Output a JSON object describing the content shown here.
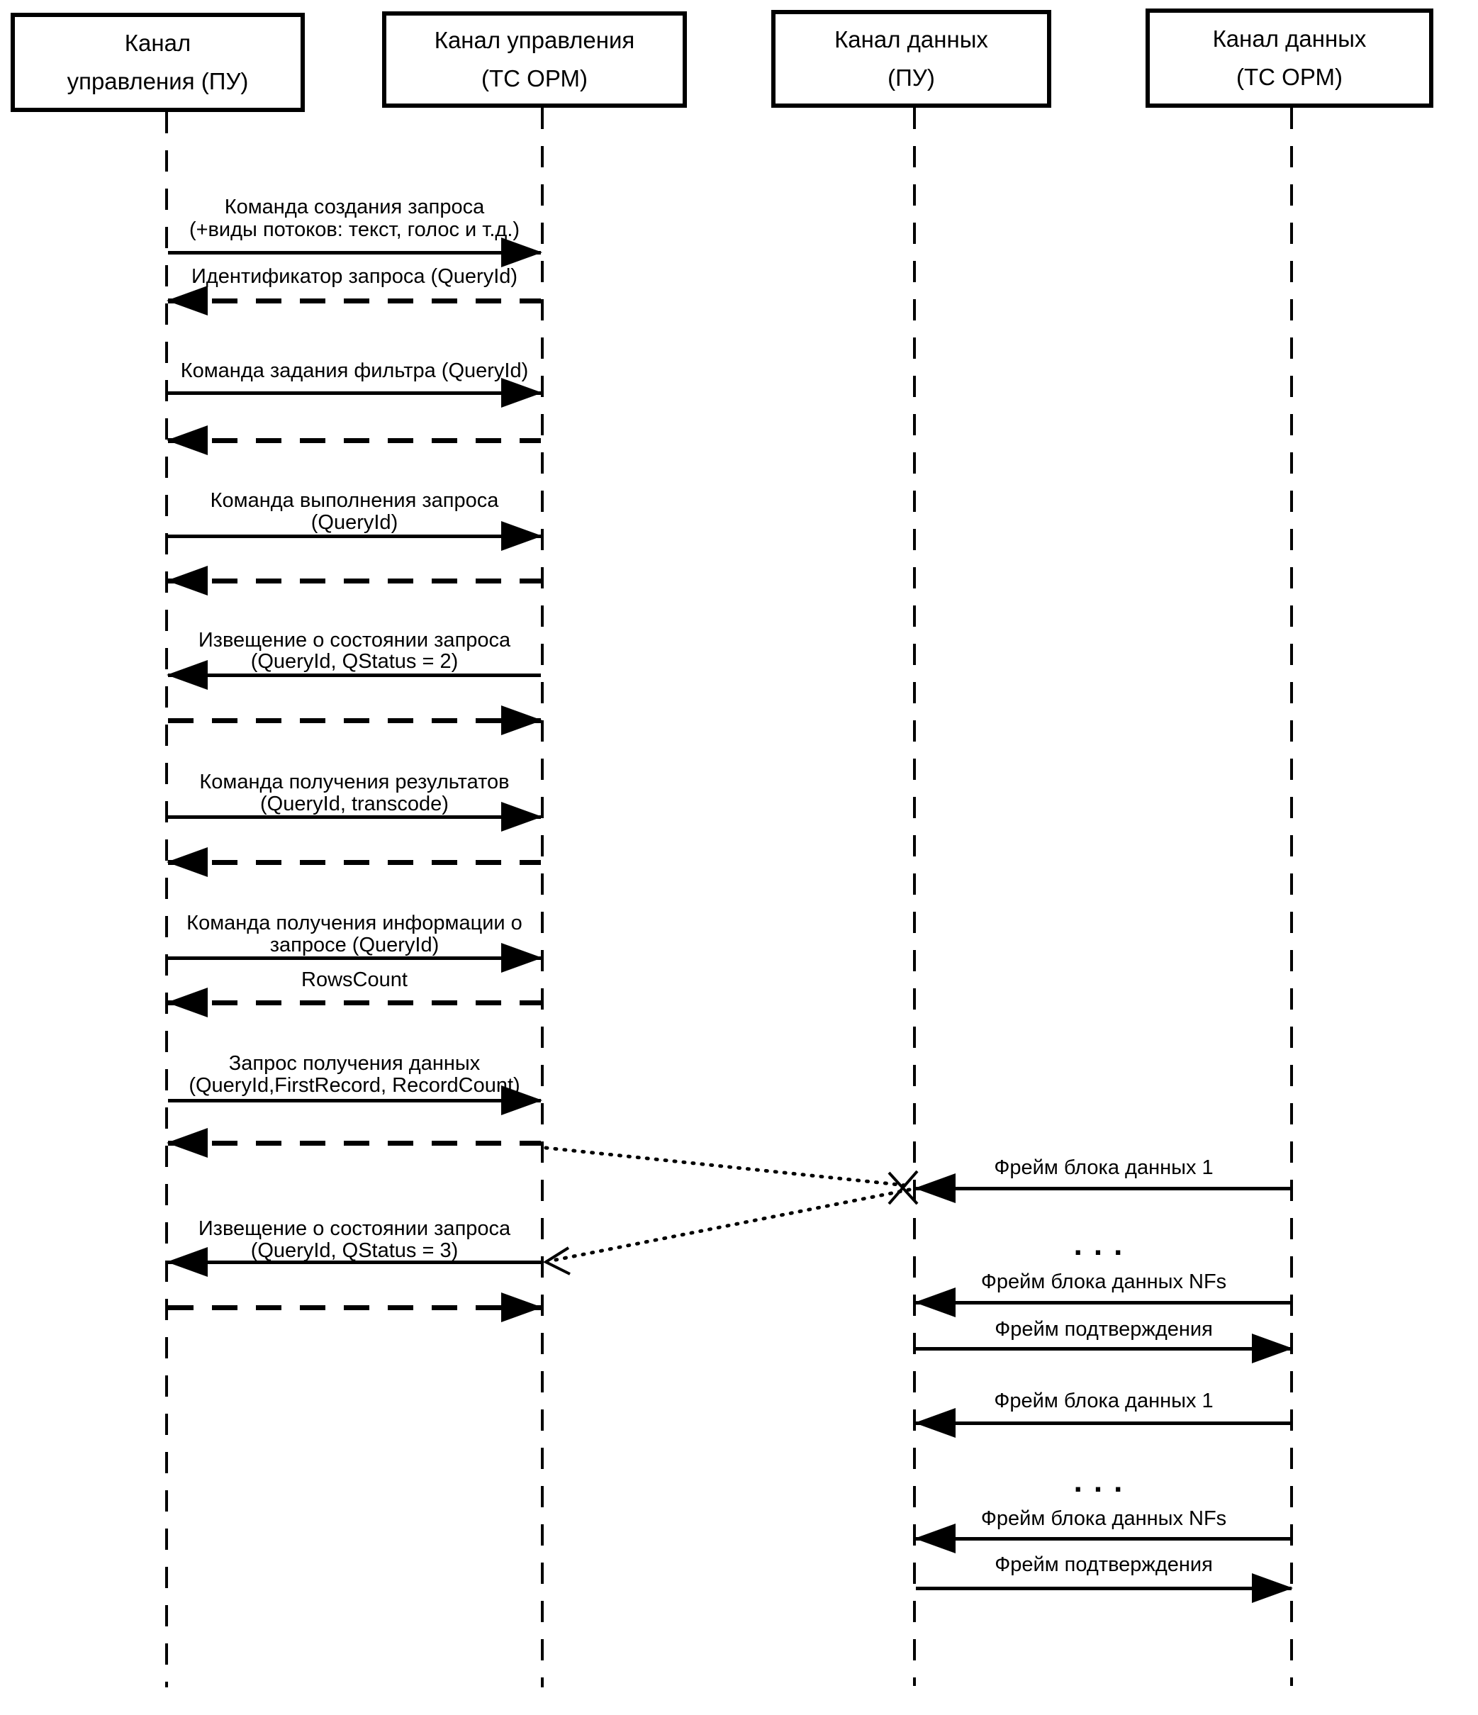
{
  "colors": {
    "ink": "#000000",
    "paper": "#ffffff"
  },
  "actors": [
    {
      "line1": "Канал",
      "line2": "управления (ПУ)"
    },
    {
      "line1": "Канал управления",
      "line2": "(ТС ОРМ)"
    },
    {
      "line1": "Канал данных",
      "line2": "(ПУ)"
    },
    {
      "line1": "Канал данных",
      "line2": "(ТС ОРМ)"
    }
  ],
  "messages": [
    {
      "line1": "Команда создания запроса",
      "line2": "(+виды потоков: текст, голос и т.д.)"
    },
    {
      "line1": "Идентификатор запроса (QueryId)"
    },
    {
      "line1": "Команда задания фильтра (QueryId)"
    },
    {
      "line1": "Команда выполнения запроса",
      "line2": "(QueryId)"
    },
    {
      "line1": "Извещение о состоянии запроса",
      "line2": "(QueryId, QStatus = 2)"
    },
    {
      "line1": "Команда получения результатов",
      "line2": "(QueryId, transcode)"
    },
    {
      "line1": "Команда получения информации о",
      "line2": "запросе (QueryId)"
    },
    {
      "line1": "RowsCount"
    },
    {
      "line1": "Запрос получения данных",
      "line2": "(QueryId,FirstRecord, RecordCount)"
    },
    {
      "line1": "Извещение о состоянии запроса",
      "line2": "(QueryId, QStatus = 3)"
    },
    {
      "line1": "Фрейм блока данных 1"
    },
    {
      "line1": "..."
    },
    {
      "line1": "Фрейм блока данных NFs"
    },
    {
      "line1": "Фрейм подтверждения"
    },
    {
      "line1": "Фрейм блока данных 1"
    },
    {
      "line1": "..."
    },
    {
      "line1": "Фрейм блока данных NFs"
    },
    {
      "line1": "Фрейм подтверждения"
    }
  ]
}
